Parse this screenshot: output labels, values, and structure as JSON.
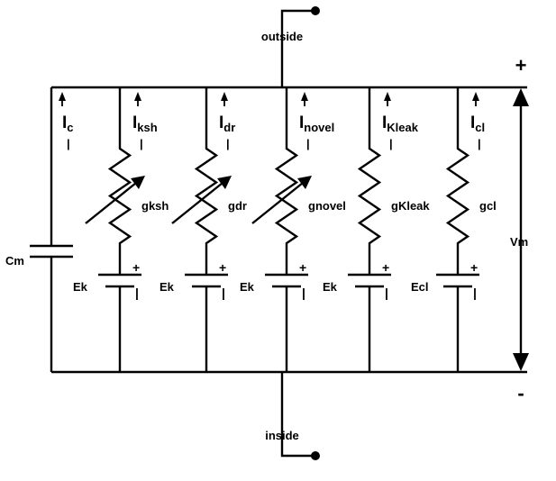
{
  "terminals": {
    "outside": "outside",
    "inside": "inside"
  },
  "polarity": {
    "top": "+",
    "bottom": "-"
  },
  "voltage_label": "Vm",
  "capacitor": {
    "label": "Cm",
    "current": {
      "main": "I",
      "sub": "c"
    }
  },
  "branches": [
    {
      "current": {
        "main": "I",
        "sub": "ksh"
      },
      "conductance": "gksh",
      "variable": true,
      "battery": "Ek"
    },
    {
      "current": {
        "main": "I",
        "sub": "dr"
      },
      "conductance": "gdr",
      "variable": true,
      "battery": "Ek"
    },
    {
      "current": {
        "main": "I",
        "sub": "novel"
      },
      "conductance": "gnovel",
      "variable": true,
      "battery": "Ek"
    },
    {
      "current": {
        "main": "I",
        "sub": "Kleak"
      },
      "conductance": "gKleak",
      "variable": false,
      "battery": "Ek"
    },
    {
      "current": {
        "main": "I",
        "sub": "cl"
      },
      "conductance": "gcl",
      "variable": false,
      "battery": "Ecl"
    }
  ],
  "battery_signs": {
    "positive": "+",
    "negative": "|"
  },
  "current_marker": "|"
}
